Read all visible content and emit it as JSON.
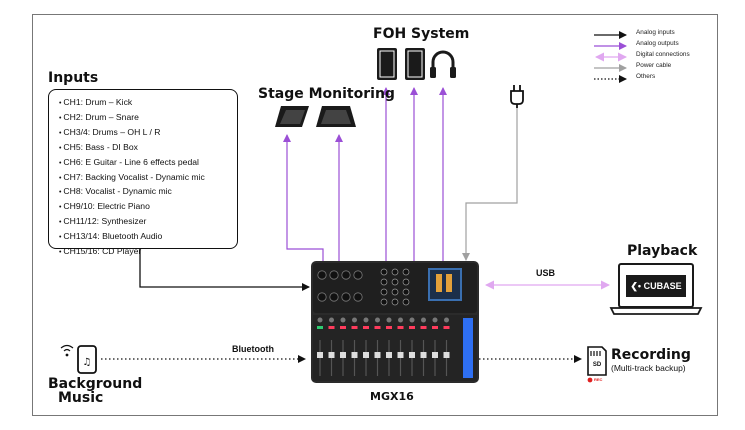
{
  "inputs": {
    "title": "Inputs",
    "channels": [
      "CH1: Drum – Kick",
      "CH2: Drum – Snare",
      "CH3/4: Drums – OH L / R",
      "CH5: Bass - DI Box",
      "CH6: E Guitar -  Line 6 effects pedal",
      "CH7: Backing Vocalist - Dynamic mic",
      "CH8: Vocalist - Dynamic mic",
      "CH9/10: Electric Piano",
      "CH11/12: Synthesizer",
      "CH13/14: Bluetooth Audio",
      "CH15/16: CD Player"
    ]
  },
  "stage_monitoring": {
    "title": "Stage Monitoring"
  },
  "foh": {
    "title": "FOH System"
  },
  "legend": [
    {
      "label": "Analog inputs",
      "color": "#111111",
      "style": "solid-arrow"
    },
    {
      "label": "Analog outputs",
      "color": "#9b4fd6",
      "style": "solid-arrow"
    },
    {
      "label": "Digital connections",
      "color": "#e0a8f0",
      "style": "double-arrow"
    },
    {
      "label": "Power cable",
      "color": "#a0a0a0",
      "style": "solid-arrow"
    },
    {
      "label": "Others",
      "color": "#111111",
      "style": "dotted-arrow"
    }
  ],
  "playback": {
    "title": "Playback",
    "link_label": "USB",
    "daw_label": "CUBASE"
  },
  "bluetooth": {
    "label": "Bluetooth",
    "source_line1": "Background",
    "source_line2": "Music"
  },
  "recording": {
    "title": "Recording",
    "subtitle": "(Multi-track backup)",
    "card_label": "SD",
    "rec_label": "REC"
  },
  "mixer": {
    "name": "MGX16"
  },
  "colors": {
    "analog_in": "#111111",
    "analog_out": "#9b4fd6",
    "digital": "#e0a8f0",
    "power": "#a0a0a0",
    "cubase_bg": "#1a1a1a"
  }
}
